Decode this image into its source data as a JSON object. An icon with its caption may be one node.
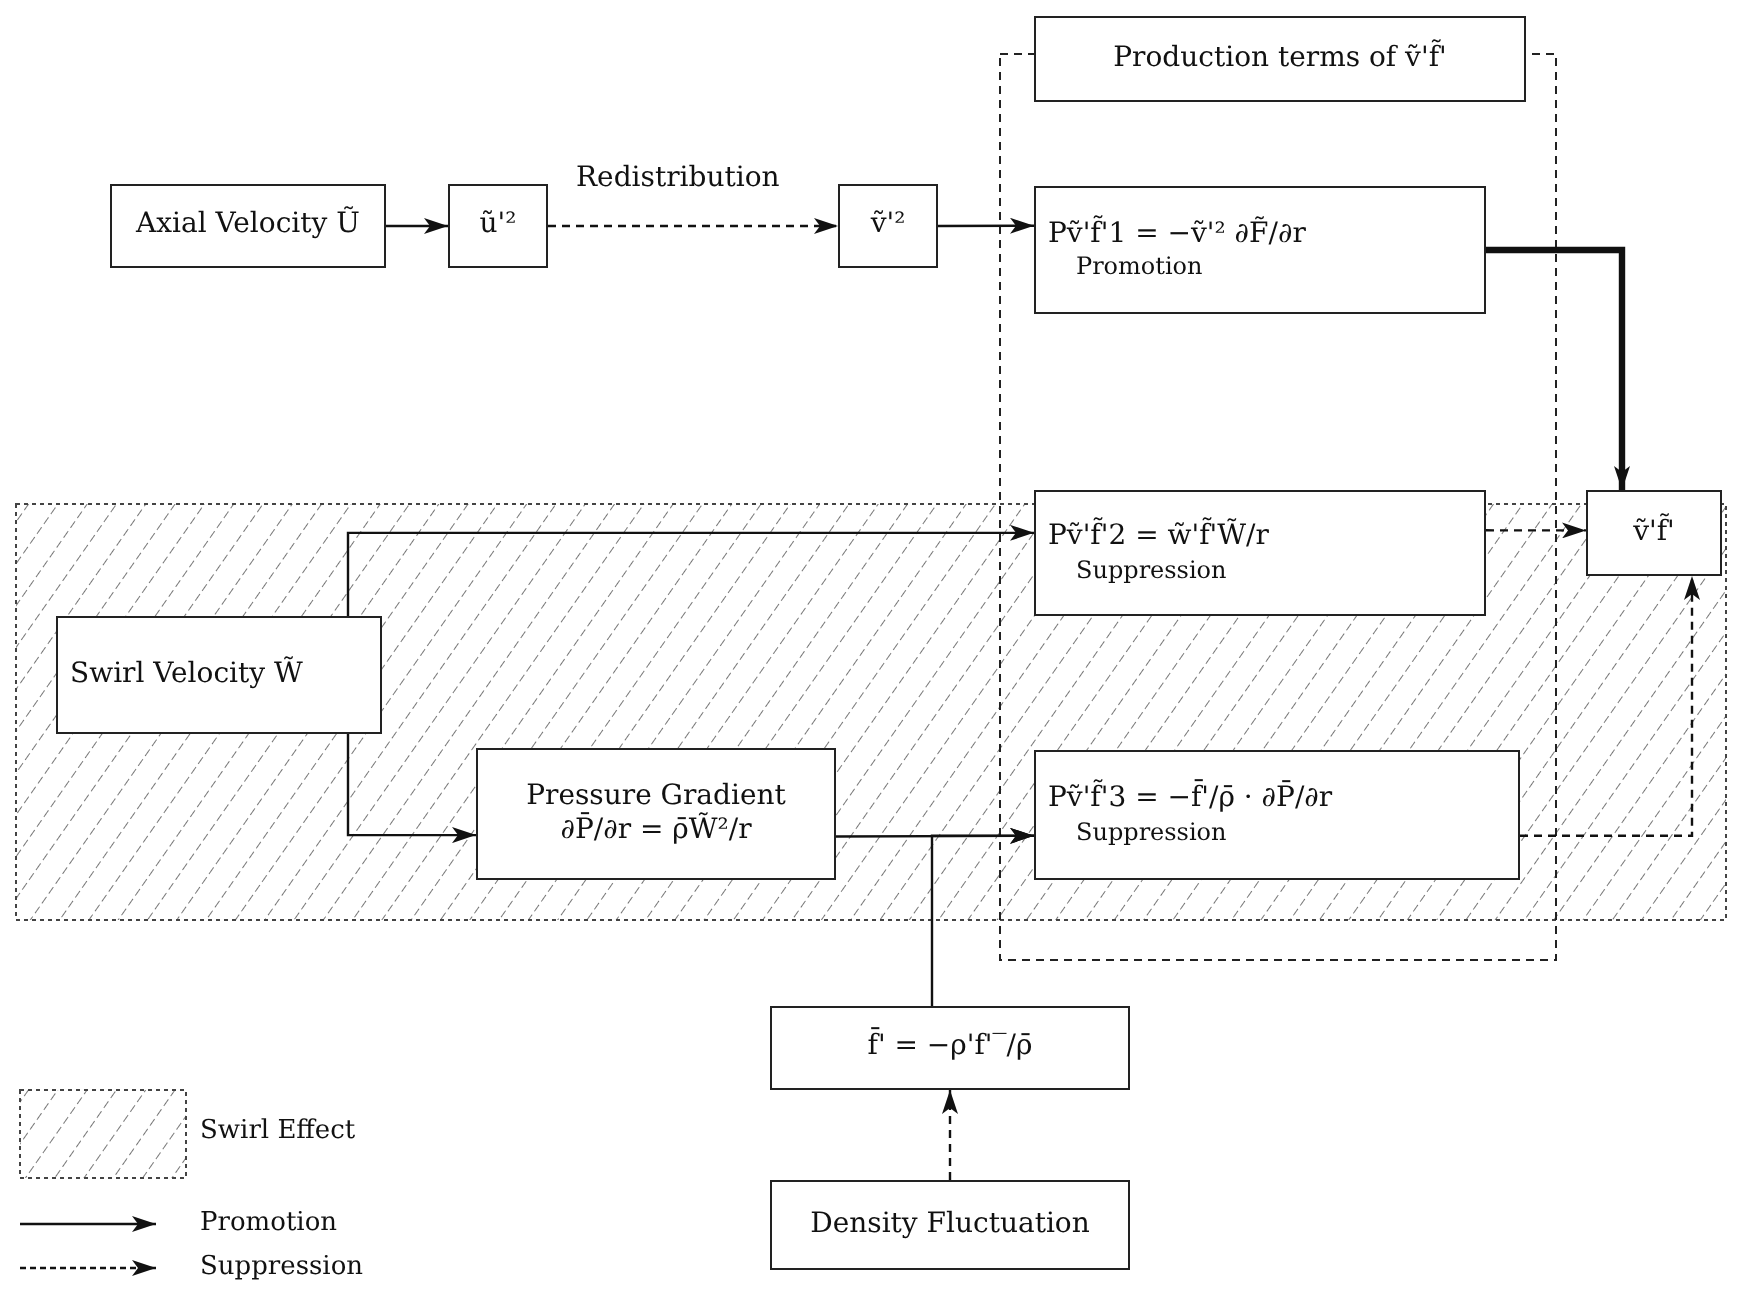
{
  "diagram": {
    "nodes": [
      {
        "text": [
          "Axial Velocity Ũ"
        ]
      },
      {
        "text": [
          "ũ'²"
        ]
      },
      {
        "text": [
          "ṽ'²"
        ]
      },
      {
        "text": [
          "Production terms of ṽ'f̃'"
        ]
      },
      {
        "text": [
          "Pṽ'f̃'1 = −ṽ'² ∂F̃/∂r",
          "Promotion"
        ]
      },
      {
        "text": [
          "ṽ'f̃'"
        ]
      },
      {
        "text": [
          "Swirl Velocity W̃"
        ]
      },
      {
        "text": [
          "Pṽ'f̃'2 = w̃'f̃'W̃/r",
          "Suppression"
        ]
      },
      {
        "text": [
          "Pressure Gradient",
          "∂P̄/∂r = ρ̄W̃²/r"
        ]
      },
      {
        "text": [
          "Pṽ'f̃'3 = −f̄'/ρ̄ · ∂P̄/∂r",
          "Suppression"
        ]
      },
      {
        "text": [
          "f̄' = −ρ'f'‾/ρ̄"
        ]
      },
      {
        "text": [
          "Density Fluctuation"
        ]
      }
    ],
    "edges": [
      {
        "from": 0,
        "to": 1,
        "arrow": "to"
      },
      {
        "from": 1,
        "to": 2,
        "arrow": "to",
        "label": "Redistribution",
        "style": "dashed"
      },
      {
        "from": 2,
        "to": 4,
        "arrow": "to"
      },
      {
        "from": 4,
        "to": 5,
        "arrow": "to",
        "style": "thick"
      },
      {
        "from": 6,
        "to": 7,
        "arrow": "to"
      },
      {
        "from": 6,
        "to": 8,
        "arrow": "to"
      },
      {
        "from": 8,
        "to": 9,
        "arrow": "to"
      },
      {
        "from": 10,
        "to": 9,
        "arrow": "to"
      },
      {
        "from": 11,
        "to": 10,
        "arrow": "to",
        "style": "dashed"
      },
      {
        "from": 7,
        "to": 5,
        "arrow": "to",
        "style": "dashed"
      },
      {
        "from": 9,
        "to": 5,
        "arrow": "to",
        "style": "dashed"
      }
    ],
    "legend": [
      {
        "text": "Swirl Effect"
      },
      {
        "text": "Promotion"
      },
      {
        "text": "Suppression"
      }
    ]
  }
}
